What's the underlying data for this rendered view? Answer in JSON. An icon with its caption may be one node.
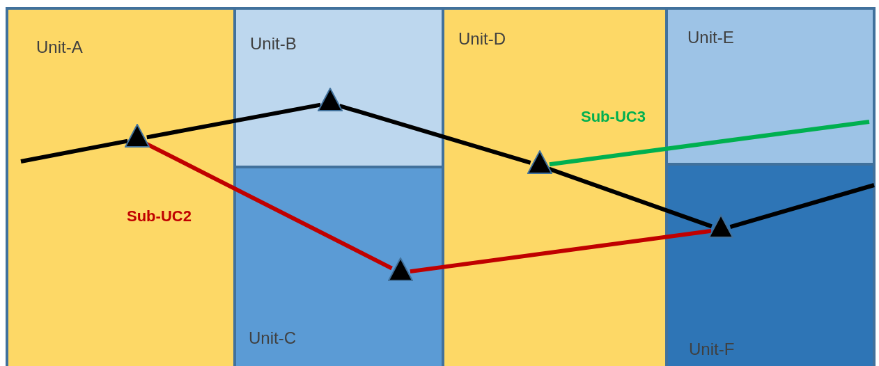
{
  "diagram": {
    "nodes": [
      {
        "text": [
          "Unit-A"
        ]
      },
      {
        "text": [
          "Unit-B"
        ]
      },
      {
        "text": [
          "Unit-C"
        ]
      },
      {
        "text": [
          "Unit-D"
        ]
      },
      {
        "text": [
          "Unit-E"
        ]
      },
      {
        "text": [
          "Unit-F"
        ]
      },
      {
        "text": [],
        "shape": "triangle",
        "in": 0
      },
      {
        "text": [],
        "shape": "triangle",
        "in": 1
      },
      {
        "text": [],
        "shape": "triangle",
        "in": 2
      },
      {
        "text": [],
        "shape": "triangle",
        "in": 3
      },
      {
        "text": [],
        "shape": "triangle",
        "in": 5
      }
    ],
    "edges": [
      {
        "from": 0,
        "to": 6,
        "arrow": "none"
      },
      {
        "from": 6,
        "to": 7,
        "arrow": "none"
      },
      {
        "from": 7,
        "to": 9,
        "arrow": "none"
      },
      {
        "from": 9,
        "to": 10,
        "arrow": "none"
      },
      {
        "from": 10,
        "to": 5,
        "arrow": "none"
      },
      {
        "from": 6,
        "to": 8,
        "arrow": "none",
        "color": "#c00000",
        "label": "Sub-UC2"
      },
      {
        "from": 8,
        "to": 10,
        "arrow": "none",
        "color": "#c00000"
      },
      {
        "from": 9,
        "to": 4,
        "arrow": "none",
        "color": "#00b050",
        "label": "Sub-UC3"
      }
    ]
  }
}
